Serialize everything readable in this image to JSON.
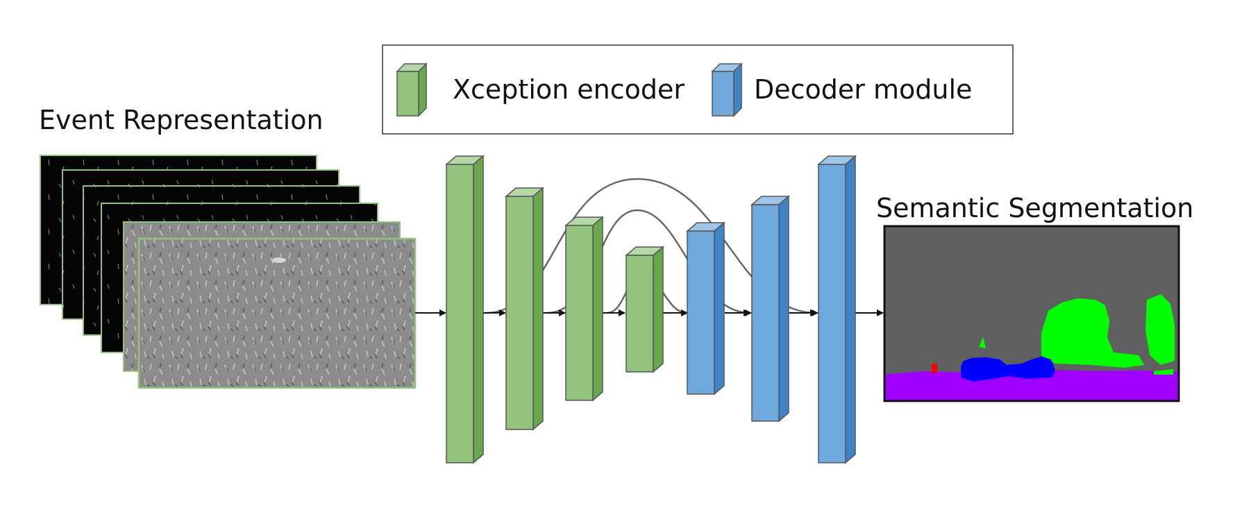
{
  "legend": {
    "encoder_label": "Xception encoder",
    "decoder_label": "Decoder module"
  },
  "input": {
    "title": "Event Representation"
  },
  "output": {
    "title": "Semantic Segmentation"
  },
  "colors": {
    "encoder_front": "#93c47d",
    "encoder_side": "#6aa84f",
    "encoder_top": "#b6d7a8",
    "decoder_front": "#6fa8dc",
    "decoder_side": "#3d85c6",
    "decoder_top": "#9fc5e8",
    "seg_background": "#606060",
    "seg_ground": "#a000ff",
    "seg_vegetation": "#00ff00",
    "seg_vehicle": "#0000ff",
    "seg_person": "#ff0000"
  }
}
